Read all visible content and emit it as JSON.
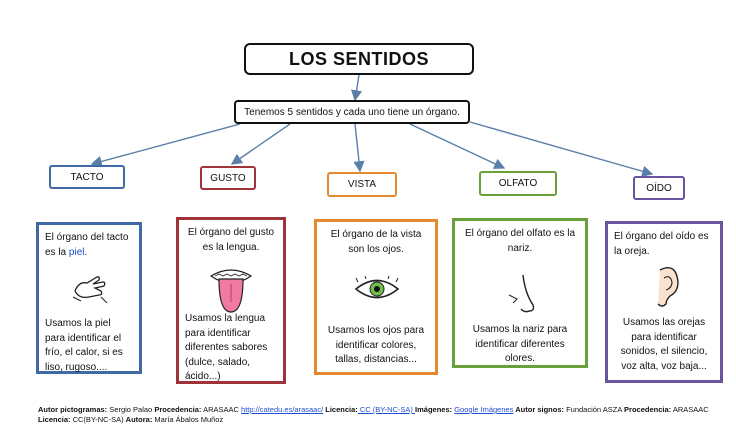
{
  "title": "LOS SENTIDOS",
  "subtitle": "Tenemos 5 sentidos y cada uno tiene un órgano.",
  "senses": [
    {
      "name": "TACTO",
      "color": "#3f6aa6",
      "organ_text_1": "El órgano del tacto es la ",
      "organ_highlight": "piel",
      "organ_text_2": ".",
      "usage": "Usamos la piel para identificar el frío, el calor, si es liso, rugoso....",
      "icon": "hand-touch-icon"
    },
    {
      "name": "GUSTO",
      "color": "#a0323a",
      "organ_text": "El órgano del gusto es la lengua.",
      "usage": "Usamos la lengua para identificar diferentes sabores (dulce, salado, ácido...)",
      "icon": "tongue-icon"
    },
    {
      "name": "VISTA",
      "color": "#e38a2e",
      "organ_text": "El órgano de la vista son los ojos.",
      "usage": "Usamos los ojos para identificar colores, tallas, distancias...",
      "icon": "eye-icon"
    },
    {
      "name": "OLFATO",
      "color": "#6aa03a",
      "organ_text": "El órgano del olfato es la nariz.",
      "usage": "Usamos la nariz para identificar diferentes olores.",
      "icon": "nose-icon"
    },
    {
      "name": "OÍDO",
      "color": "#6a54a0",
      "organ_text": "El órgano del oído es la oreja.",
      "usage": "Usamos las orejas para identificar sonidos, el silencio, voz alta, voz baja...",
      "icon": "ear-icon"
    }
  ],
  "footer": {
    "l1_a": "Autor pictogramas:",
    "l1_b": " Sergio Palao ",
    "l1_c": "Procedencia:",
    "l1_d": " ARASAAC ",
    "l1_link": "http://catedu.es/arasaac/",
    "l1_e": " Licencia:",
    "l1_f": " CC (BY-NC-SA) ",
    "l1_g": "Imágenes:",
    "l1_h": "Google Imágenes",
    "l1_i": " Autor signos:",
    "l1_j": " Fundación ASZA ",
    "l1_k": "Procedencia:",
    "l1_l": " ARASAAC",
    "l2_a": "Licencia:",
    "l2_b": " CC(BY-NC-SA) ",
    "l2_c": "Autora:",
    "l2_d": " María Ábalos Muñoz"
  },
  "arrow_color": "#5a7fa8"
}
